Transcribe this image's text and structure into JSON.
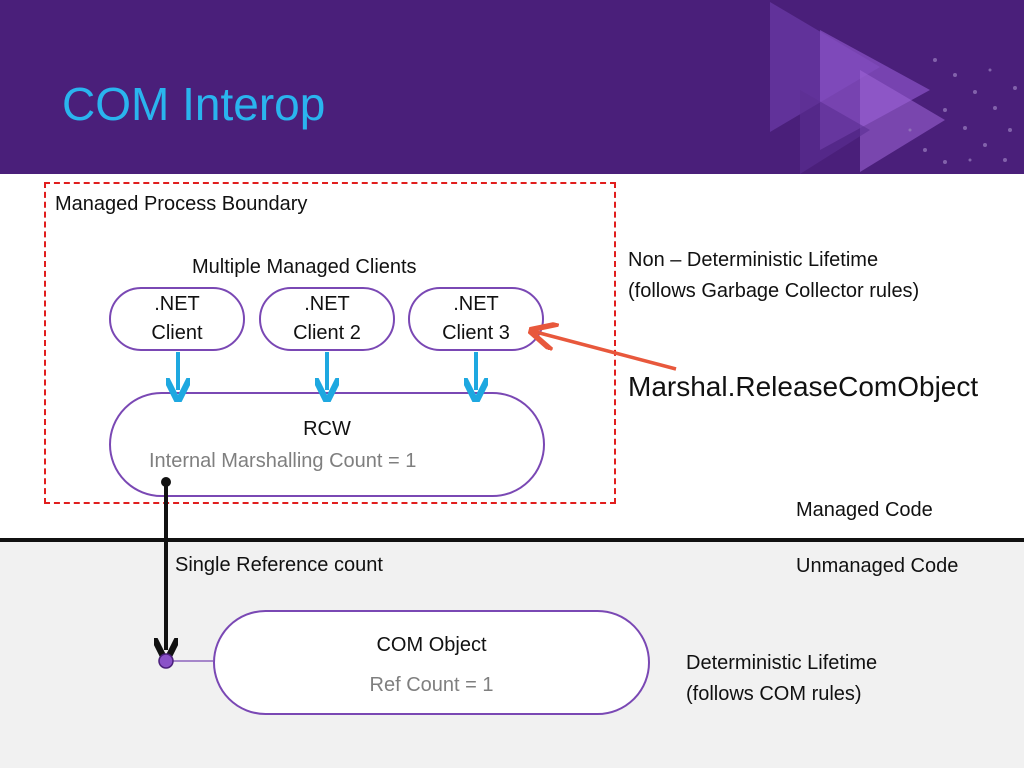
{
  "slide": {
    "title": "COM Interop",
    "colors": {
      "header": "#4a1f7a",
      "title": "#2ab4ee",
      "pill_border": "#7a48b4",
      "boundary": "#e11e1e",
      "down_arrow": "#1ea8e0",
      "pointer_arrow": "#e8583c"
    }
  },
  "managed": {
    "boundary_label": "Managed Process Boundary",
    "clients_label": "Multiple Managed Clients",
    "clients": [
      {
        "line1": ".NET",
        "line2": "Client"
      },
      {
        "line1": ".NET",
        "line2": "Client 2"
      },
      {
        "line1": ".NET",
        "line2": "Client 3"
      }
    ],
    "rcw": {
      "title": "RCW",
      "count_text": "Internal Marshalling Count = 1"
    }
  },
  "notes": {
    "nondeterministic_line1": "Non – Deterministic Lifetime",
    "nondeterministic_line2": "(follows Garbage Collector rules)",
    "release_call": "Marshal.ReleaseComObject",
    "managed_code": "Managed Code",
    "unmanaged_code": "Unmanaged Code",
    "single_ref": "Single Reference count",
    "deterministic_line1": "Deterministic Lifetime",
    "deterministic_line2": "(follows COM rules)"
  },
  "com_object": {
    "title": "COM Object",
    "ref_count": "Ref Count = 1"
  }
}
